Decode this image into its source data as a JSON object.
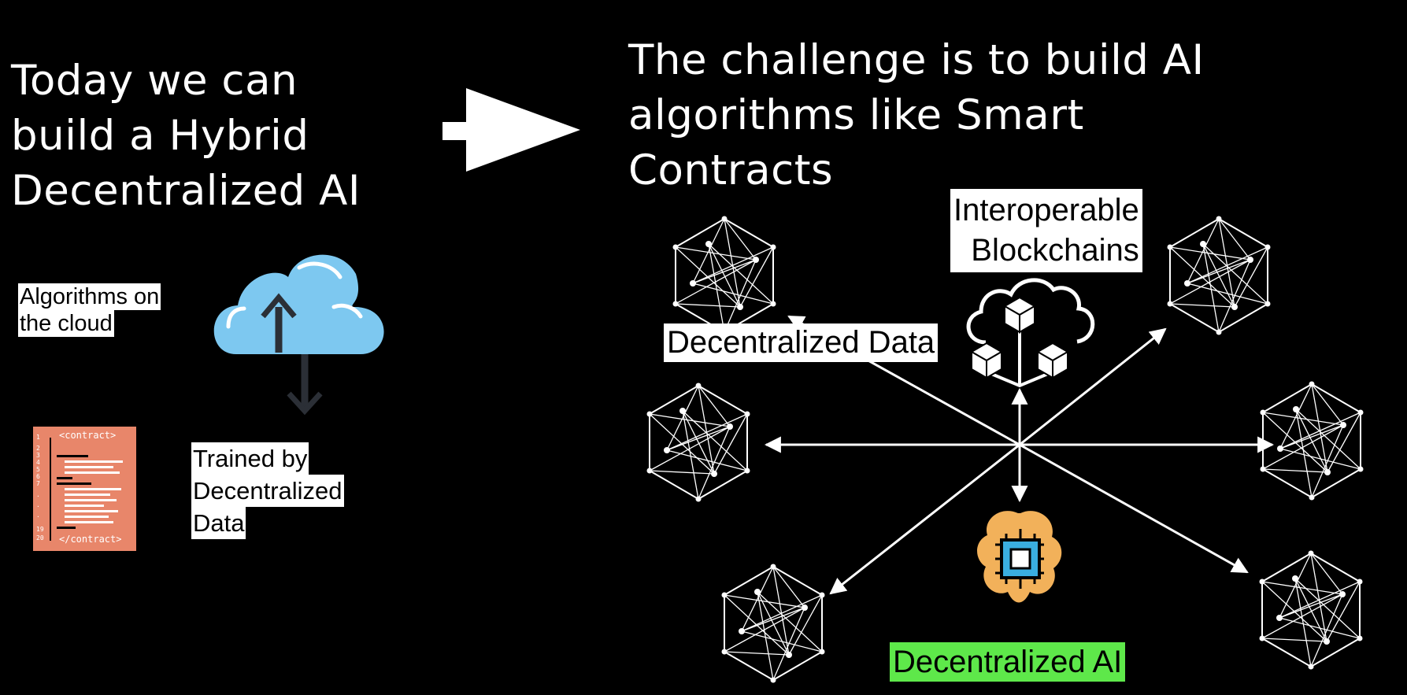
{
  "left_title": [
    "Today we can",
    "build a Hybrid",
    "Decentralized AI"
  ],
  "right_title": [
    "The challenge is to build AI",
    "algorithms like Smart",
    "Contracts"
  ],
  "cloud_label": [
    "Algorithms on",
    "the cloud"
  ],
  "trained_label": [
    "Trained by",
    "Decentralized",
    "Data"
  ],
  "contract_card": {
    "open_tag": "<contract>",
    "close_tag": "</contract>",
    "line_numbers": [
      "1",
      "2",
      "3",
      "4",
      "5",
      "6",
      "7",
      ".",
      ".",
      ".",
      "19",
      "20"
    ]
  },
  "interop_label": [
    "Interoperable",
    "Blockchains"
  ],
  "decentralized_data_label": "Decentralized Data",
  "decentralized_ai_label": "Decentralized AI",
  "colors": {
    "background": "#000000",
    "cloud": "#7dc8f0",
    "contract_card": "#e8866a",
    "ai_label_bg": "#5ee84a",
    "brain": "#f2b15a",
    "chip": "#3aaee0"
  },
  "icons": [
    "big-arrow-icon",
    "cloud-upload-icon",
    "download-arrow-icon",
    "contract-code-icon",
    "blockchain-network-icon",
    "polyhedron-icon",
    "brain-chip-icon"
  ]
}
